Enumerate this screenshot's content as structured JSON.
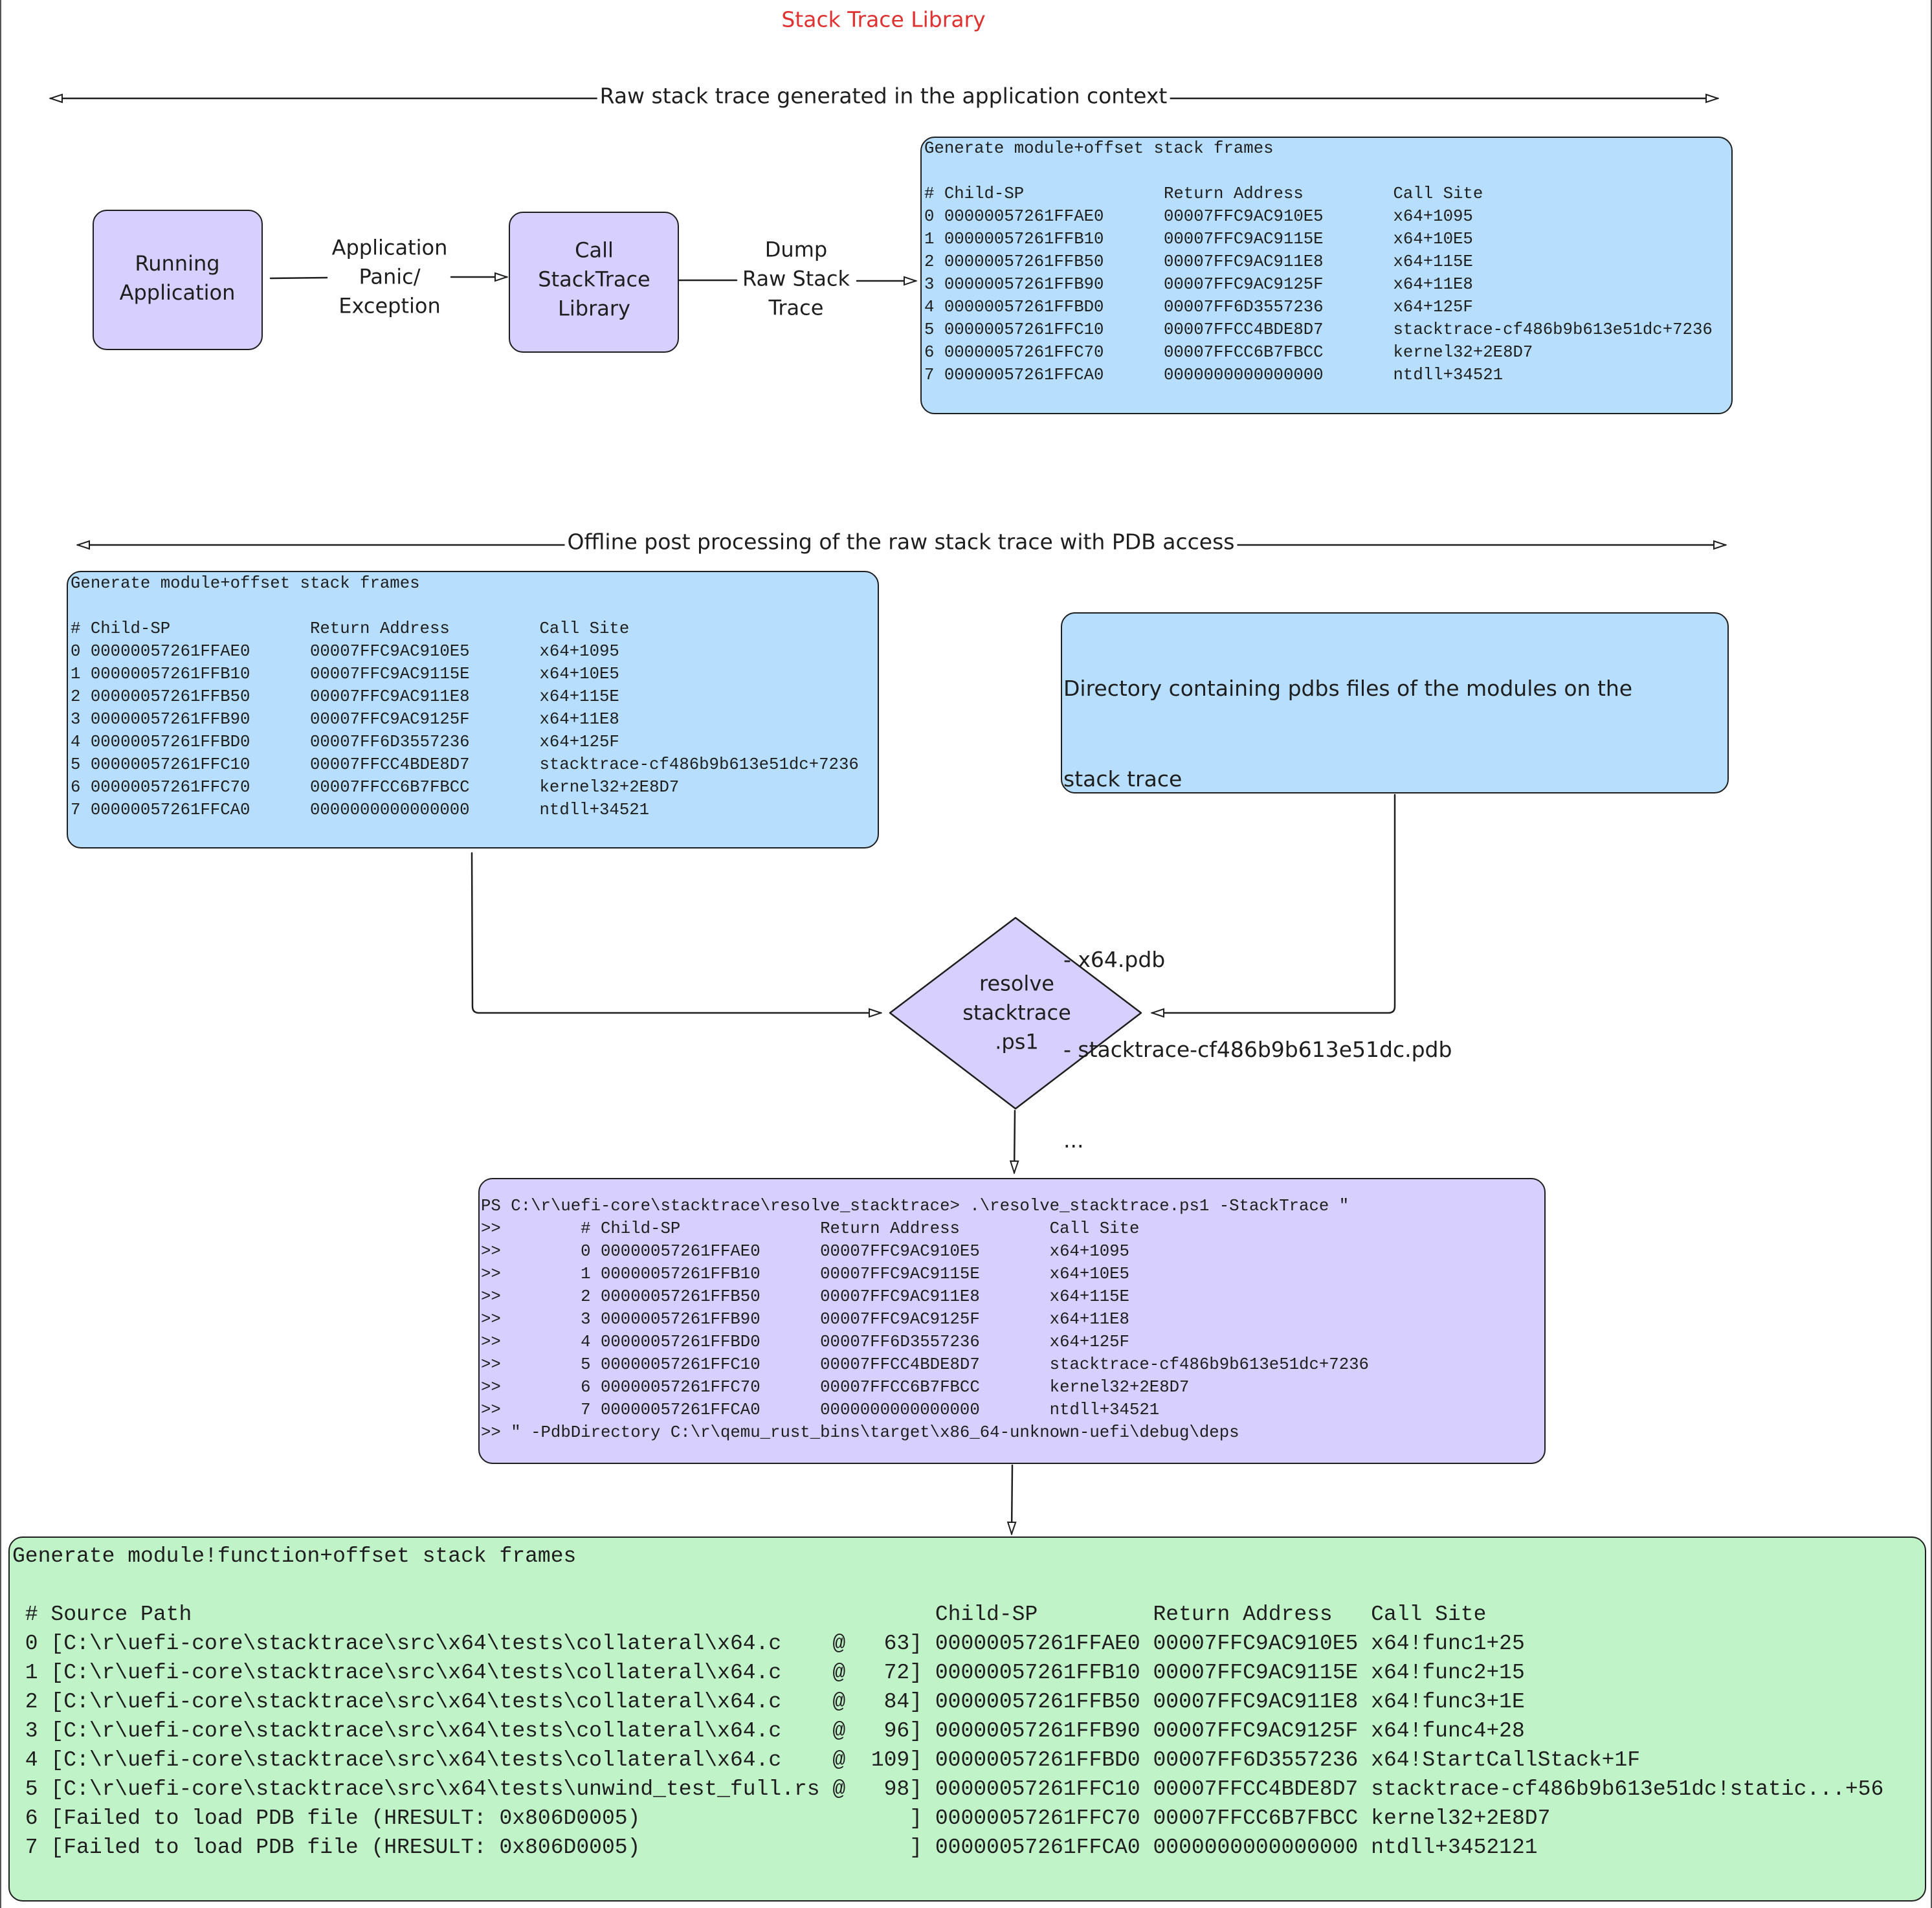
{
  "title": "Stack Trace Library",
  "colors": {
    "title": "#e03131",
    "blue_box": "#b7dffd",
    "purple_box": "#d7cffd",
    "green_box": "#c1f3c9",
    "stroke": "#1e1e1e"
  },
  "phase1": {
    "label": "Raw stack trace generated in the application context",
    "running_app": [
      "Running",
      "Application"
    ],
    "panic_label": [
      "Application",
      "Panic/",
      "Exception"
    ],
    "call_library": [
      "Call",
      "StackTrace",
      "Library"
    ],
    "dump_label": [
      "Dump",
      "Raw Stack",
      "Trace"
    ]
  },
  "raw_box_title": "Generate module+offset stack frames",
  "raw_headers": [
    "# Child-SP",
    "Return Address",
    "Call Site"
  ],
  "raw_frames": [
    {
      "i": "0",
      "sp": "00000057261FFAE0",
      "ret": "00007FFC9AC910E5",
      "call": "x64+1095"
    },
    {
      "i": "1",
      "sp": "00000057261FFB10",
      "ret": "00007FFC9AC9115E",
      "call": "x64+10E5"
    },
    {
      "i": "2",
      "sp": "00000057261FFB50",
      "ret": "00007FFC9AC911E8",
      "call": "x64+115E"
    },
    {
      "i": "3",
      "sp": "00000057261FFB90",
      "ret": "00007FFC9AC9125F",
      "call": "x64+11E8"
    },
    {
      "i": "4",
      "sp": "00000057261FFBD0",
      "ret": "00007FF6D3557236",
      "call": "x64+125F"
    },
    {
      "i": "5",
      "sp": "00000057261FFC10",
      "ret": "00007FFCC4BDE8D7",
      "call": "stacktrace-cf486b9b613e51dc+7236"
    },
    {
      "i": "6",
      "sp": "00000057261FFC70",
      "ret": "00007FFCC6B7FBCC",
      "call": "kernel32+2E8D7"
    },
    {
      "i": "7",
      "sp": "00000057261FFCA0",
      "ret": "0000000000000000",
      "call": "ntdll+34521"
    }
  ],
  "phase2": {
    "label": "Offline post processing of the raw stack trace with PDB access",
    "pdb_dir_lines": [
      "Directory containing pdbs files of the modules on the",
      "stack trace",
      "",
      "- x64.pdb",
      "- stacktrace-cf486b9b613e51dc.pdb",
      "..."
    ],
    "resolver": [
      "resolve",
      "stacktrace",
      ".ps1"
    ]
  },
  "command": {
    "first_line": "PS C:\\r\\uefi-core\\stacktrace\\resolve_stacktrace> .\\resolve_stacktrace.ps1 -StackTrace \"",
    "prompt": ">>",
    "last_line": ">> \" -PdbDirectory C:\\r\\qemu_rust_bins\\target\\x86_64-unknown-uefi\\debug\\deps"
  },
  "resolved": {
    "title": "Generate module!function+offset stack frames",
    "headers": [
      "# Source Path",
      "Child-SP",
      "Return Address",
      "Call Site"
    ],
    "frames": [
      {
        "i": "0",
        "path": "C:\\r\\uefi-core\\stacktrace\\src\\x64\\tests\\collateral\\x64.c",
        "line": "63",
        "sp": "00000057261FFAE0",
        "ret": "00007FFC9AC910E5",
        "call": "x64!func1+25"
      },
      {
        "i": "1",
        "path": "C:\\r\\uefi-core\\stacktrace\\src\\x64\\tests\\collateral\\x64.c",
        "line": "72",
        "sp": "00000057261FFB10",
        "ret": "00007FFC9AC9115E",
        "call": "x64!func2+15"
      },
      {
        "i": "2",
        "path": "C:\\r\\uefi-core\\stacktrace\\src\\x64\\tests\\collateral\\x64.c",
        "line": "84",
        "sp": "00000057261FFB50",
        "ret": "00007FFC9AC911E8",
        "call": "x64!func3+1E"
      },
      {
        "i": "3",
        "path": "C:\\r\\uefi-core\\stacktrace\\src\\x64\\tests\\collateral\\x64.c",
        "line": "96",
        "sp": "00000057261FFB90",
        "ret": "00007FFC9AC9125F",
        "call": "x64!func4+28"
      },
      {
        "i": "4",
        "path": "C:\\r\\uefi-core\\stacktrace\\src\\x64\\tests\\collateral\\x64.c",
        "line": "109",
        "sp": "00000057261FFBD0",
        "ret": "00007FF6D3557236",
        "call": "x64!StartCallStack+1F"
      },
      {
        "i": "5",
        "path": "C:\\r\\uefi-core\\stacktrace\\src\\x64\\tests\\unwind_test_full.rs",
        "line": "98",
        "sp": "00000057261FFC10",
        "ret": "00007FFCC4BDE8D7",
        "call": "stacktrace-cf486b9b613e51dc!static...+56"
      },
      {
        "i": "6",
        "path": "Failed to load PDB file (HRESULT: 0x806D0005)",
        "line": "",
        "sp": "00000057261FFC70",
        "ret": "00007FFCC6B7FBCC",
        "call": "kernel32+2E8D7"
      },
      {
        "i": "7",
        "path": "Failed to load PDB file (HRESULT: 0x806D0005)",
        "line": "",
        "sp": "00000057261FFCA0",
        "ret": "0000000000000000",
        "call": "ntdll+3452121"
      }
    ]
  }
}
